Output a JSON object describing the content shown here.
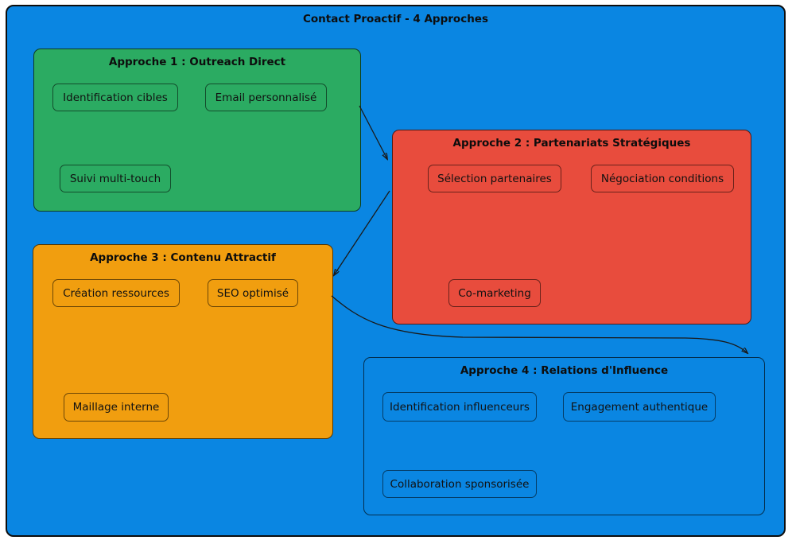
{
  "diagram": {
    "title": "Contact Proactif - 4 Approches",
    "colors": {
      "page_background": "#ffffff",
      "canvas": "#0a86e2",
      "green": "#2bab62",
      "red": "#e84c3d",
      "orange": "#f19e0f",
      "blue": "#0a86e2",
      "line": "#1a1a1a"
    },
    "groups": [
      {
        "title": "Approche 1 : Outreach Direct",
        "color_key": "green",
        "items": [
          "Identification cibles",
          "Email personnalisé",
          "Suivi multi-touch"
        ]
      },
      {
        "title": "Approche 2 : Partenariats Stratégiques",
        "color_key": "red",
        "items": [
          "Sélection partenaires",
          "Négociation conditions",
          "Co-marketing"
        ]
      },
      {
        "title": "Approche 3 : Contenu Attractif",
        "color_key": "orange",
        "items": [
          "Création ressources",
          "SEO optimisé",
          "Maillage interne"
        ]
      },
      {
        "title": "Approche 4 : Relations d'Influence",
        "color_key": "blue",
        "items": [
          "Identification influenceurs",
          "Engagement authentique",
          "Collaboration sponsorisée"
        ]
      }
    ],
    "connections": [
      {
        "from": "Approche 1 : Outreach Direct",
        "to": "Approche 2 : Partenariats Stratégiques"
      },
      {
        "from": "Approche 2 : Partenariats Stratégiques",
        "to": "Approche 3 : Contenu Attractif"
      },
      {
        "from": "Approche 3 : Contenu Attractif",
        "to": "Approche 4 : Relations d'Influence"
      }
    ]
  }
}
